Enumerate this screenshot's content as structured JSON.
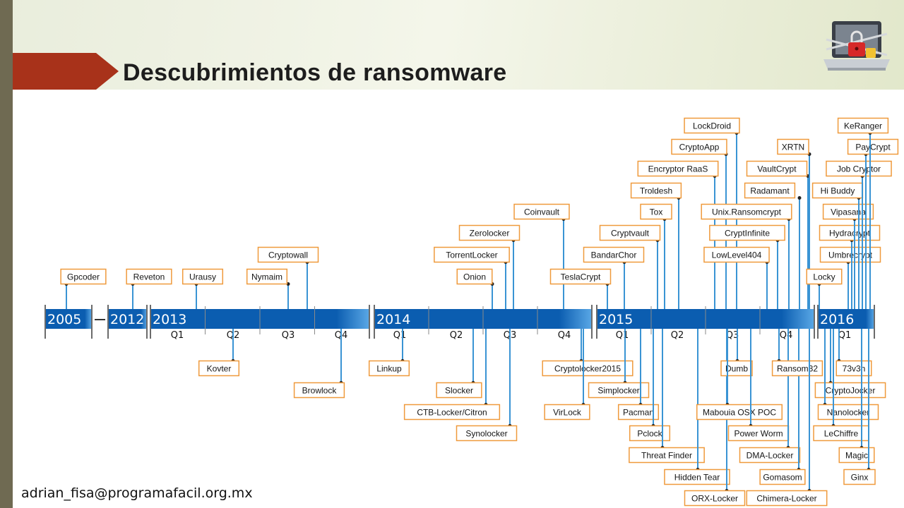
{
  "slide": {
    "title": "Descubrimientos de ransomware",
    "footer_email": "adrian_fisa@programafacil.org.mx",
    "icon": "laptop-padlock-icon"
  },
  "colors": {
    "title_arrow": "#a8321a",
    "left_bar": "#6f6a52",
    "bar_dark": "#0b5db0",
    "bar_light": "#5aa8e6",
    "connector": "#3a94d4",
    "label_border": "#ef9a3c"
  },
  "timeline": {
    "segments": [
      {
        "year": "2005",
        "quarters": []
      },
      {
        "year": "2012",
        "quarters": []
      },
      {
        "year": "2013",
        "quarters": [
          "Q1",
          "Q2",
          "Q3",
          "Q4"
        ]
      },
      {
        "year": "2014",
        "quarters": [
          "Q1",
          "Q2",
          "Q3",
          "Q4"
        ]
      },
      {
        "year": "2015",
        "quarters": [
          "Q1",
          "Q2",
          "Q3",
          "Q4"
        ]
      },
      {
        "year": "2016",
        "quarters": [
          "Q1"
        ]
      }
    ],
    "events_above": [
      "Gpcoder",
      "Reveton",
      "Urausy",
      "Nymaim",
      "Cryptowall",
      "Onion",
      "TorrentLocker",
      "Zerolocker",
      "Coinvault",
      "TeslaCrypt",
      "BandarChor",
      "Cryptvault",
      "Tox",
      "Troldesh",
      "Encryptor RaaS",
      "CryptoApp",
      "LockDroid",
      "LowLevel404",
      "CryptInfinite",
      "Unix.Ransomcrypt",
      "Radamant",
      "VaultCrypt",
      "XRTN",
      "Locky",
      "Umbrecrypt",
      "Hydracrypt",
      "Vipasana",
      "Hi Buddy",
      "Job Cryptor",
      "PayCrypt",
      "KeRanger"
    ],
    "events_below": [
      "Kovter",
      "Browlock",
      "Linkup",
      "Slocker",
      "CTB-Locker/Citron",
      "Synolocker",
      "Cryptolocker2015",
      "VirLock",
      "Simplocker",
      "Pacman",
      "Pclock",
      "Threat Finder",
      "Hidden Tear",
      "ORX-Locker",
      "Dumb",
      "Mabouia OSX POC",
      "Power Worm",
      "DMA-Locker",
      "Gomasom",
      "Ransom32",
      "Chimera-Locker",
      "73v3n",
      "CryptoJocker",
      "Nanolocker",
      "LeChiffre",
      "Magic",
      "Ginx"
    ]
  }
}
